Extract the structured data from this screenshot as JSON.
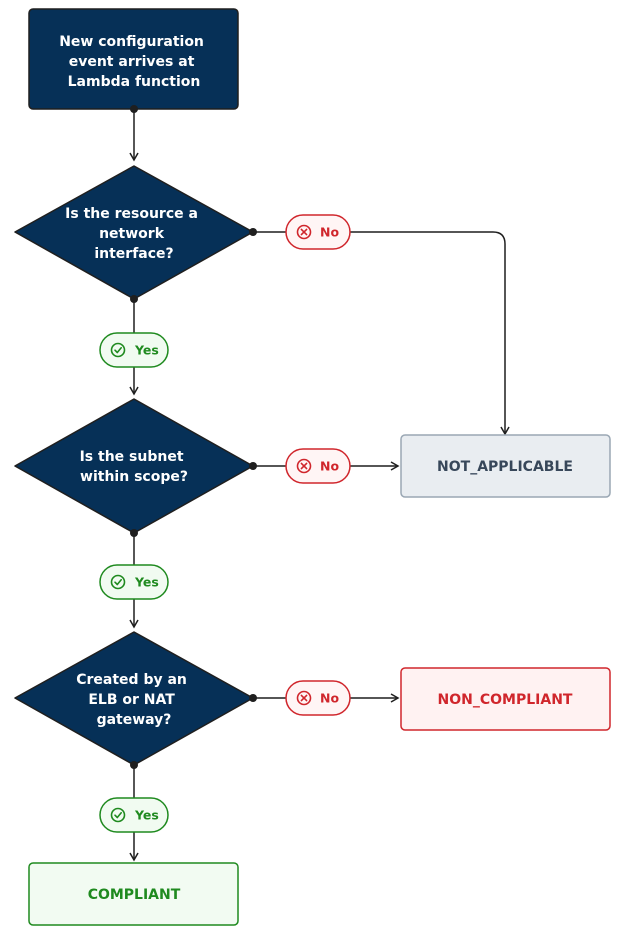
{
  "colors": {
    "navy": "#063057",
    "line": "#1f1f1f",
    "yes": "#1f8a1f",
    "yes_fill": "#f1fbf1",
    "no": "#d0262c",
    "no_fill": "#fff5f5",
    "neutral_fill": "#e9edf1",
    "neutral_border": "#9aa7b4",
    "neutral_text": "#37475a",
    "noncompliant_fill": "#fff2f2",
    "compliant_fill": "#f2fbf2"
  },
  "nodes": {
    "start": {
      "lines": [
        "New configuration",
        "event arrives at",
        "Lambda function"
      ]
    },
    "decision1": {
      "lines": [
        "Is the resource a",
        "network",
        "interface?"
      ]
    },
    "decision2": {
      "lines": [
        "Is the subnet",
        "within scope?"
      ]
    },
    "decision3": {
      "lines": [
        "Created by an",
        "ELB or NAT",
        "gateway?"
      ]
    },
    "not_applicable": "NOT_APPLICABLE",
    "non_compliant": "NON_COMPLIANT",
    "compliant": "COMPLIANT"
  },
  "pills": {
    "yes_label": "Yes",
    "no_label": "No",
    "yes_icon": "check-circle-icon",
    "no_icon": "x-circle-icon"
  }
}
